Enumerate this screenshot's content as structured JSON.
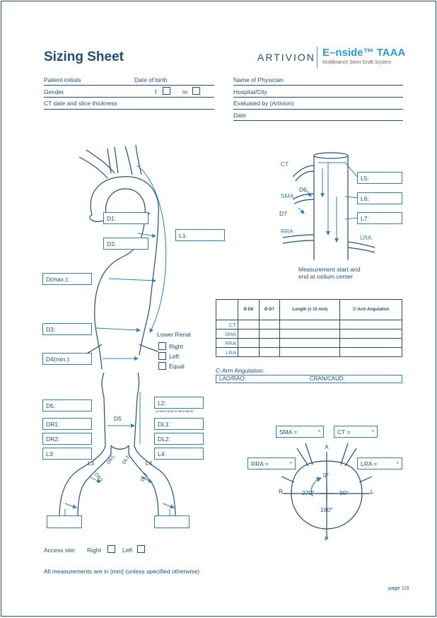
{
  "header": {
    "title": "Sizing Sheet",
    "brand_company": "ARTIVION",
    "brand_product": "E–nside™ TAAA",
    "brand_subtitle": "Multibranch Stent Graft System"
  },
  "patient_form": {
    "patient_initials": "Patient initials",
    "date_of_birth": "Date of birth",
    "gender": "Gender",
    "gender_f": "f",
    "gender_m": "m",
    "ct_date": "CT date and slice thickness"
  },
  "physician_form": {
    "name_of_physician": "Name of Physician",
    "hospital_city": "Hospital/City",
    "evaluated_by": "Evaluated by (Artivion)",
    "date": "Date"
  },
  "aorta_fields": {
    "d1": "D1:",
    "d2": "D2:",
    "l1": "L1:",
    "dmax": "D(max.):",
    "d3": "D3:",
    "d4min": "D4(min.):",
    "d5": "D5:",
    "dr1": "DR1:",
    "dr2": "DR2:",
    "l3": "L3:",
    "l2": "L2:",
    "l2_note": "(Lower-renal to bifurcation)",
    "dl1": "DL1:",
    "dl2": "DL2:",
    "l4": "L4:",
    "d5_diagram": "D5",
    "l3_diagram": "L3",
    "l4_diagram": "L4",
    "dr1_diagram": "DR1",
    "dr2_diagram": "DR2",
    "dl1_diagram": "DL1",
    "dl2_diagram": "DL2"
  },
  "lower_renal": {
    "title": "Lower Renal",
    "options": [
      "Right",
      "Left",
      "Equal"
    ]
  },
  "branch_diagram": {
    "ct": "CT",
    "sma": "SMA",
    "d6": "D6",
    "d7": "D7",
    "rra": "RRA",
    "lra": "LRA",
    "l5": "L5:",
    "l6": "L6:",
    "l7": "L7:",
    "note_line1": "Measurement start and",
    "note_line2": "end at ostium center"
  },
  "table": {
    "headers": [
      "",
      "Ø D6",
      "Ø D7",
      "Length (± 15 mm)",
      "C-Arm Angulation"
    ],
    "rows": [
      "CT",
      "SMA",
      "RRA",
      "LRA"
    ]
  },
  "carm": {
    "title": "C-Arm Angulation:",
    "lao_rao": "LAO/RAO:",
    "cran_caud": "CRAN/CAUD:"
  },
  "clock": {
    "sma": "SMA =",
    "ct": "CT =",
    "rra": "RRA =",
    "lra": "LRA =",
    "deg": "°",
    "a": "A",
    "p": "P",
    "r": "R",
    "l": "L",
    "deg0": "0°",
    "deg90": "90°",
    "deg180": "180°",
    "deg270": "270°"
  },
  "access_site": {
    "label": "Access site:",
    "right": "Right",
    "left": "Left"
  },
  "footer": {
    "units_note": "All measurements are in [mm] (unless specified otherwise)",
    "page": "page 1/3"
  },
  "colors": {
    "navy": "#1f4e79",
    "accent": "#2f7fb8",
    "brand": "#2a9bd6"
  }
}
